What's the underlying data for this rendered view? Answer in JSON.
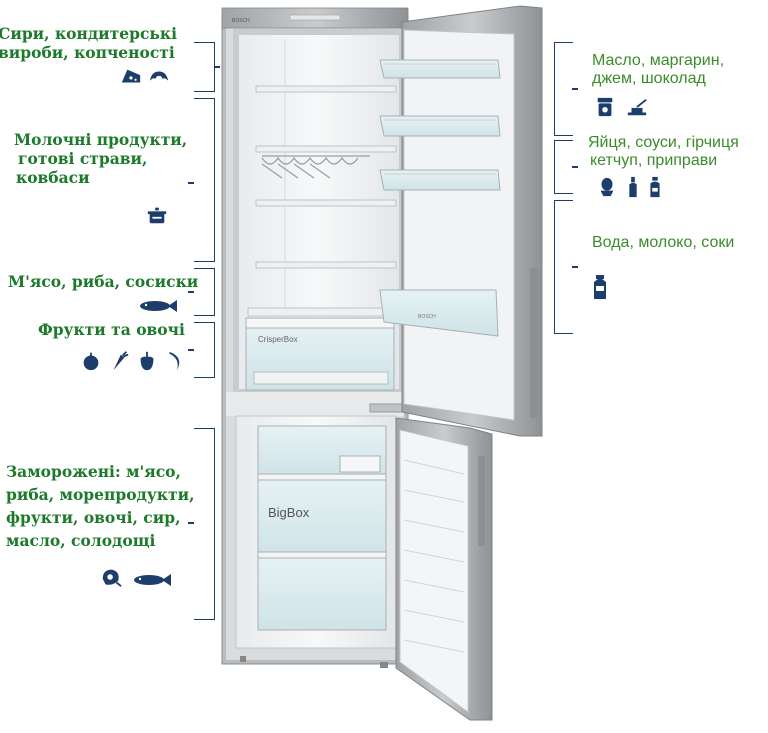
{
  "left_labels": {
    "cheese": [
      "Сири, кондитерські",
      "вироби, копченості"
    ],
    "dairy": [
      "Молочні продукти,",
      "готові страви,",
      "ковбаси"
    ],
    "meat": [
      "М'ясо, риба, сосиски"
    ],
    "fruit": [
      "Фрукти та овочі"
    ],
    "frozen": [
      "Заморожені: м'ясо,",
      "риба, морепродукти,",
      "фрукти, овочі, сир,",
      "масло, солодощі"
    ]
  },
  "right_labels": {
    "butter": [
      "Масло, маргарин,",
      "джем, шоколад"
    ],
    "eggs": [
      "Яйця, соуси, гірчиця",
      "кетчуп, приправи"
    ],
    "drinks": [
      "Вода, молоко, соки"
    ]
  },
  "fridge": {
    "brand": "BOSCH",
    "crisper": "CrisperBox",
    "bigbox": "BigBox"
  },
  "colors": {
    "label_left": "#1d7a2a",
    "label_right": "#3a8c2a",
    "icon": "#1d3d6b"
  },
  "icons": [
    "cheese-icon",
    "croissant-icon",
    "pot-icon",
    "fish-icon",
    "apple-icon",
    "carrot-icon",
    "pepper-icon",
    "banana-icon",
    "ham-icon",
    "jam-jar-icon",
    "butter-icon",
    "egg-icon",
    "bottle-icon",
    "sauce-icon",
    "milk-icon"
  ]
}
